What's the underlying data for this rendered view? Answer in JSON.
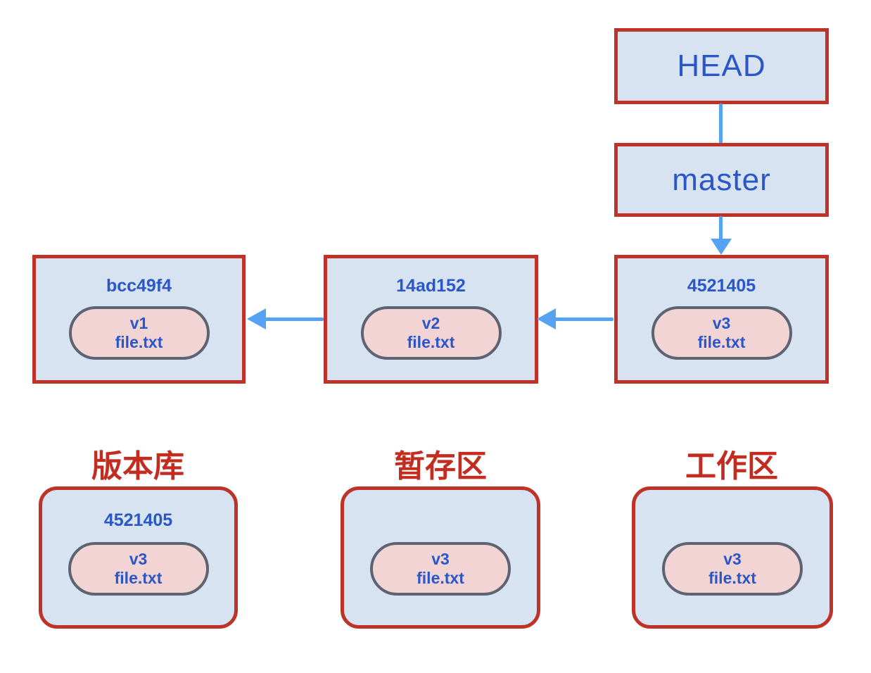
{
  "diagram": {
    "pointers": [
      {
        "label": "HEAD"
      },
      {
        "label": "master"
      }
    ],
    "commits": [
      {
        "hash": "bcc49f4",
        "version": "v1",
        "file": "file.txt"
      },
      {
        "hash": "14ad152",
        "version": "v2",
        "file": "file.txt"
      },
      {
        "hash": "4521405",
        "version": "v3",
        "file": "file.txt"
      }
    ],
    "areas": [
      {
        "label": "版本库",
        "hash": "4521405",
        "version": "v3",
        "file": "file.txt"
      },
      {
        "label": "暂存区",
        "hash": "",
        "version": "v3",
        "file": "file.txt"
      },
      {
        "label": "工作区",
        "hash": "",
        "version": "v3",
        "file": "file.txt"
      }
    ]
  },
  "colors": {
    "box_fill": "#d7e3f1",
    "box_border": "#bf3228",
    "blue_text": "#2a57c8",
    "arrow": "#55a3f2",
    "pill_fill": "#f2d4d4",
    "pill_border": "#5d6370",
    "label_red": "#c22d20"
  }
}
